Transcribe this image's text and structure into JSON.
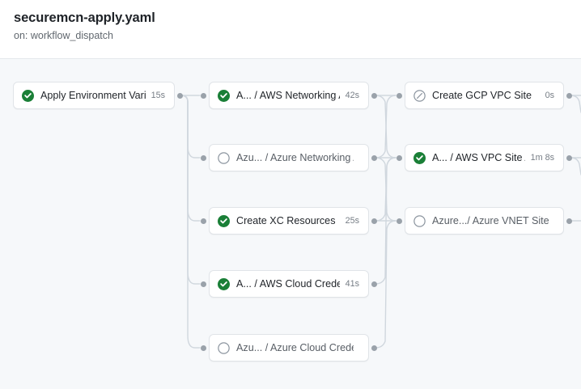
{
  "header": {
    "title": "securemcn-apply.yaml",
    "trigger": "on: workflow_dispatch"
  },
  "colors": {
    "background": "#f6f8fa",
    "node_background": "#ffffff",
    "node_border": "#e0e4e8",
    "success": "#1a7f37",
    "neutral": "#8c959f",
    "edge": "#d0d7de",
    "text": "#1f2328",
    "text_muted": "#60676e"
  },
  "graph": {
    "columns": [
      {
        "name": "column-1",
        "nodes": [
          {
            "id": "apply-environment-variables",
            "label": "Apply Environment Variabl...",
            "duration": "15s",
            "status": "success",
            "status_icon": "check-circle-icon"
          }
        ]
      },
      {
        "name": "column-2",
        "nodes": [
          {
            "id": "aws-networking-apply",
            "label": "A... / AWS Networking Apply",
            "duration": "42s",
            "status": "success",
            "status_icon": "check-circle-icon"
          },
          {
            "id": "azure-networking-apply",
            "label": "Azu... / Azure Networking Apply",
            "duration": "",
            "status": "pending",
            "status_icon": "empty-circle-icon"
          },
          {
            "id": "create-xc-resources",
            "label": "Create XC Resources",
            "duration": "25s",
            "status": "success",
            "status_icon": "check-circle-icon"
          },
          {
            "id": "aws-cloud-credentials",
            "label": "A... / AWS Cloud Credentials",
            "duration": "41s",
            "status": "success",
            "status_icon": "check-circle-icon"
          },
          {
            "id": "azure-cloud-credentials",
            "label": "Azu... / Azure Cloud Credentials",
            "duration": "",
            "status": "pending",
            "status_icon": "empty-circle-icon"
          }
        ]
      },
      {
        "name": "column-3",
        "nodes": [
          {
            "id": "create-gcp-vpc-site",
            "label": "Create GCP VPC Site",
            "duration": "0s",
            "status": "skipped",
            "status_icon": "skipped-circle-icon"
          },
          {
            "id": "aws-vpc-site-apply",
            "label": "A...  / AWS VPC Site Apply",
            "duration": "1m 8s",
            "status": "success",
            "status_icon": "check-circle-icon"
          },
          {
            "id": "azure-vnet-site-apply",
            "label": "Azure.../ Azure VNET Site Apply",
            "duration": "",
            "status": "pending",
            "status_icon": "empty-circle-icon"
          }
        ]
      }
    ]
  }
}
